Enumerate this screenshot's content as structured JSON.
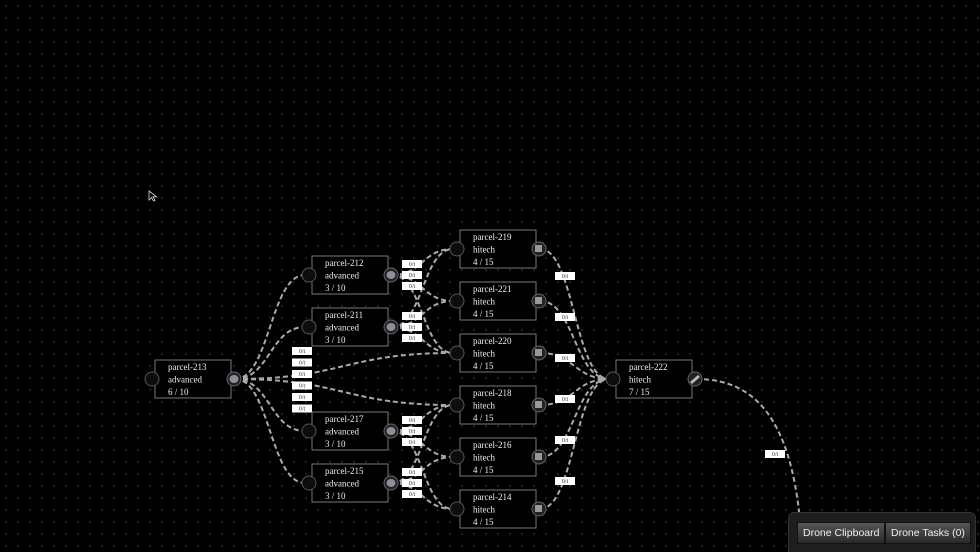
{
  "edge_label": "0/t",
  "nodes": [
    {
      "id": "213",
      "name": "parcel-213",
      "type": "advanced",
      "count": "6 / 10",
      "icon": "stone-icon"
    },
    {
      "id": "212",
      "name": "parcel-212",
      "type": "advanced",
      "count": "3 / 10",
      "icon": "stone-icon"
    },
    {
      "id": "211",
      "name": "parcel-211",
      "type": "advanced",
      "count": "3 / 10",
      "icon": "stone-icon"
    },
    {
      "id": "217",
      "name": "parcel-217",
      "type": "advanced",
      "count": "3 / 10",
      "icon": "stone-icon"
    },
    {
      "id": "215",
      "name": "parcel-215",
      "type": "advanced",
      "count": "3 / 10",
      "icon": "stone-icon"
    },
    {
      "id": "219",
      "name": "parcel-219",
      "type": "hitech",
      "count": "4 / 15",
      "icon": "cube-icon"
    },
    {
      "id": "221",
      "name": "parcel-221",
      "type": "hitech",
      "count": "4 / 15",
      "icon": "cube-icon"
    },
    {
      "id": "220",
      "name": "parcel-220",
      "type": "hitech",
      "count": "4 / 15",
      "icon": "cube-icon"
    },
    {
      "id": "218",
      "name": "parcel-218",
      "type": "hitech",
      "count": "4 / 15",
      "icon": "cube-icon"
    },
    {
      "id": "216",
      "name": "parcel-216",
      "type": "hitech",
      "count": "4 / 15",
      "icon": "cube-icon"
    },
    {
      "id": "214",
      "name": "parcel-214",
      "type": "hitech",
      "count": "4 / 15",
      "icon": "cube-icon"
    },
    {
      "id": "222",
      "name": "parcel-222",
      "type": "hitech",
      "count": "7 / 15",
      "icon": "chip-icon"
    }
  ],
  "edges": [
    [
      "213",
      "212"
    ],
    [
      "213",
      "211"
    ],
    [
      "213",
      "220"
    ],
    [
      "213",
      "218"
    ],
    [
      "213",
      "217"
    ],
    [
      "213",
      "215"
    ],
    [
      "212",
      "219"
    ],
    [
      "212",
      "221"
    ],
    [
      "212",
      "220"
    ],
    [
      "211",
      "219"
    ],
    [
      "211",
      "221"
    ],
    [
      "211",
      "220"
    ],
    [
      "217",
      "218"
    ],
    [
      "217",
      "216"
    ],
    [
      "217",
      "214"
    ],
    [
      "215",
      "218"
    ],
    [
      "215",
      "216"
    ],
    [
      "215",
      "214"
    ],
    [
      "219",
      "222"
    ],
    [
      "221",
      "222"
    ],
    [
      "220",
      "222"
    ],
    [
      "218",
      "222"
    ],
    [
      "216",
      "222"
    ],
    [
      "214",
      "222"
    ],
    [
      "222",
      "offscreen"
    ]
  ],
  "panel": {
    "clipboard_label": "Drone Clipboard",
    "tasks_label": "Drone Tasks (0)"
  }
}
